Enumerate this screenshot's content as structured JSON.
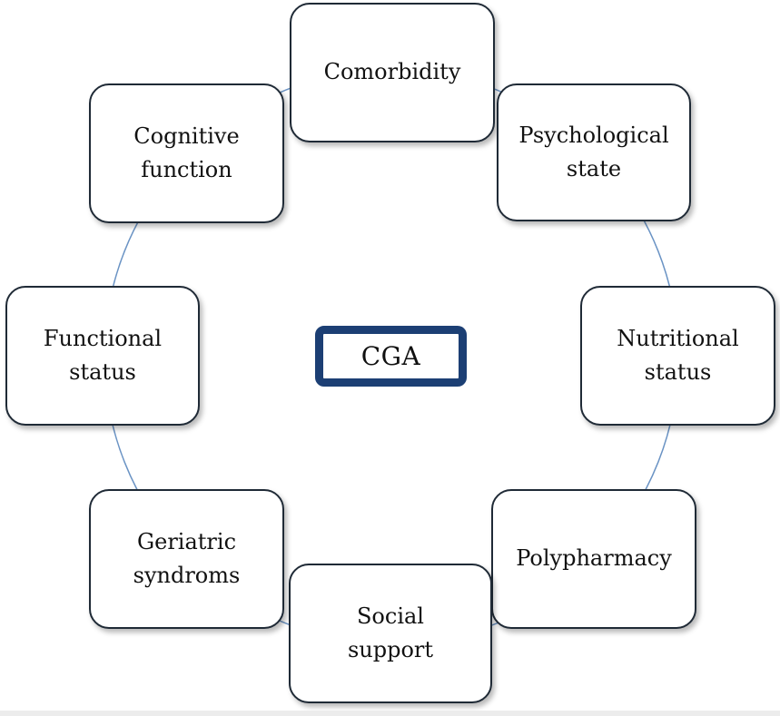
{
  "diagram": {
    "center_label": "CGA",
    "nodes": [
      {
        "id": "comorbidity",
        "label": "Comorbidity"
      },
      {
        "id": "psychological-state",
        "label": "Psychological\nstate"
      },
      {
        "id": "nutritional-status",
        "label": "Nutritional\nstatus"
      },
      {
        "id": "polypharmacy",
        "label": "Polypharmacy"
      },
      {
        "id": "social-support",
        "label": "Social\nsupport"
      },
      {
        "id": "geriatric-syndroms",
        "label": "Geriatric\nsyndroms"
      },
      {
        "id": "functional-status",
        "label": "Functional\nstatus"
      },
      {
        "id": "cognitive-function",
        "label": "Cognitive\nfunction"
      }
    ],
    "colors": {
      "center_border": "#1c3f74",
      "node_border": "#1f2a36",
      "ring_line": "#6a93c4"
    }
  }
}
